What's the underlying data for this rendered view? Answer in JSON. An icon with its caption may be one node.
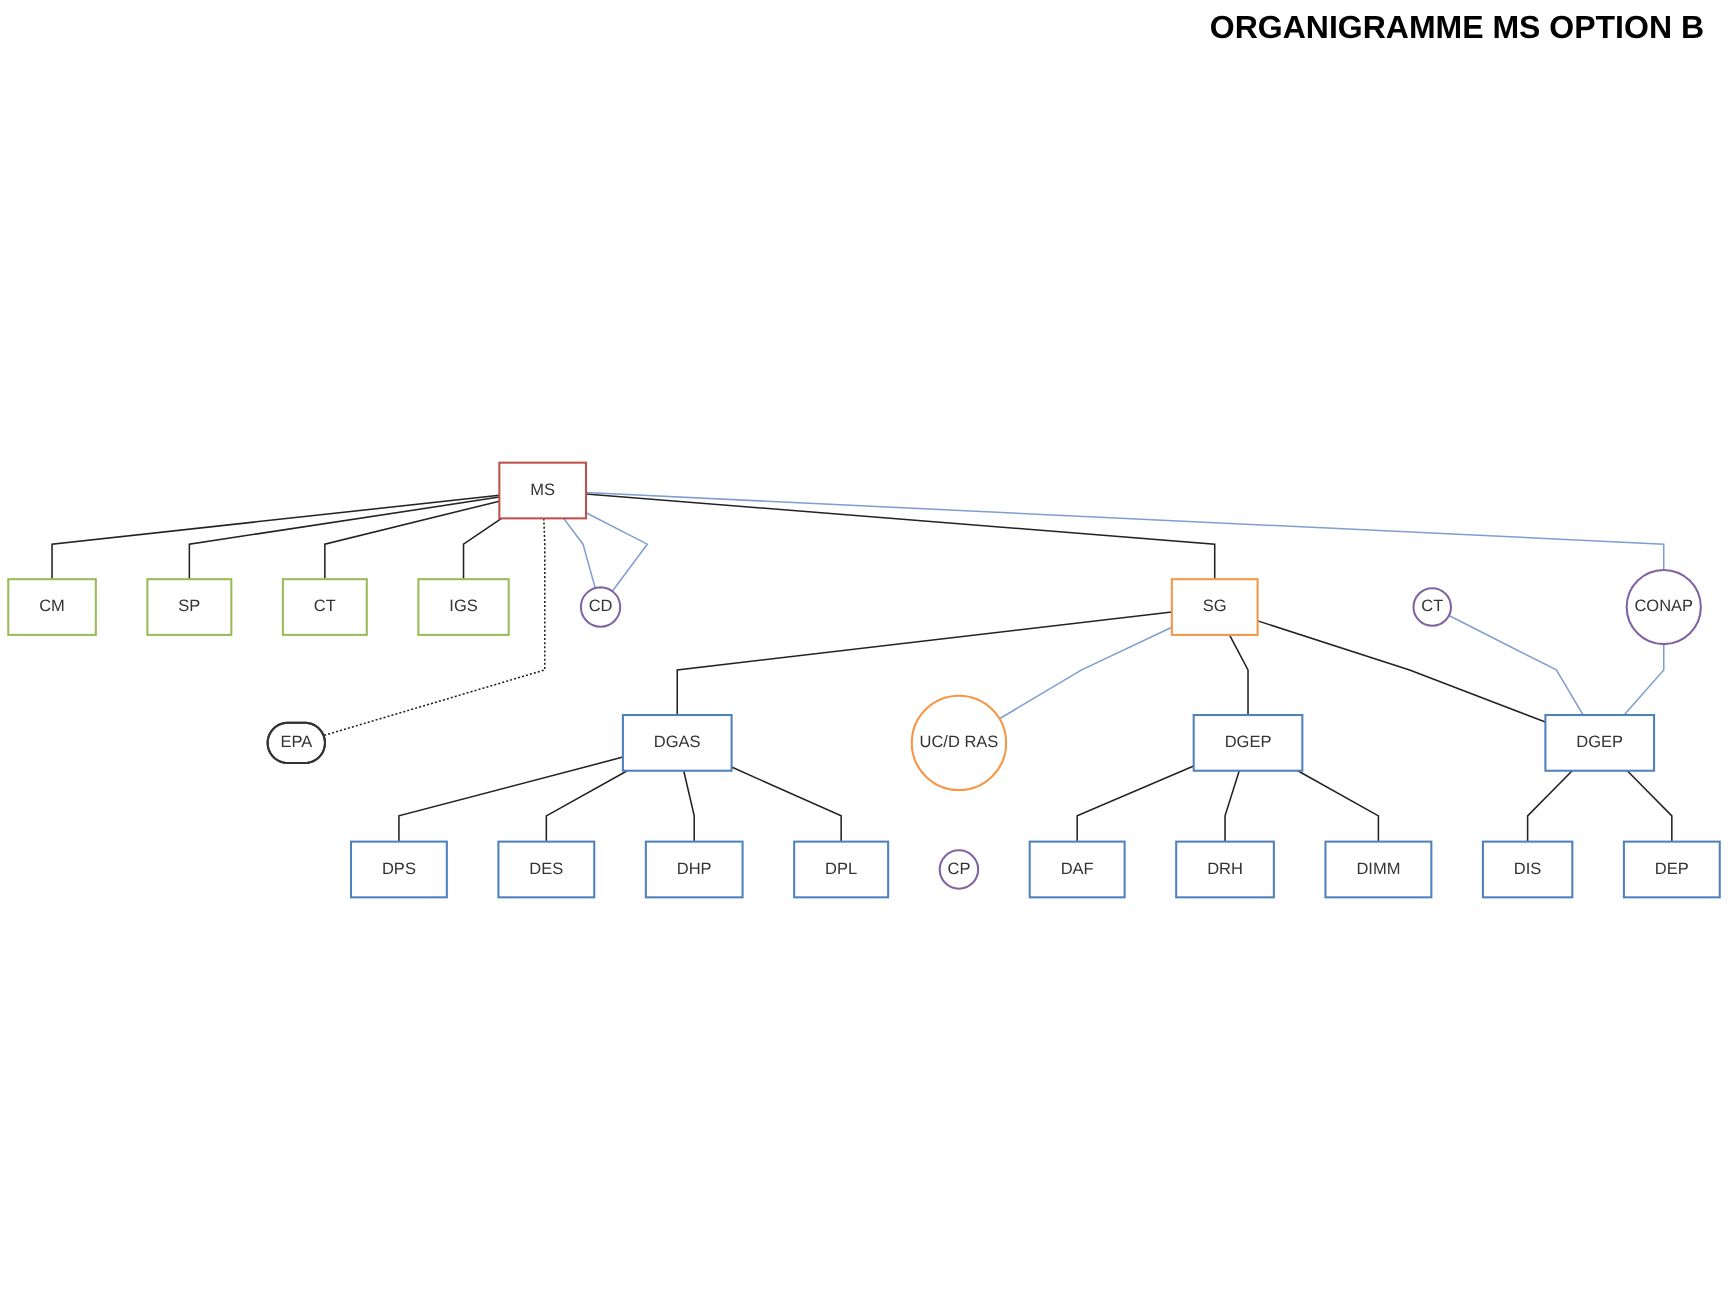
{
  "diagram": {
    "title": "ORGANIGRAMME MS OPTION B",
    "nodes": [
      {
        "text": [
          "MS"
        ]
      },
      {
        "text": [
          "CM"
        ]
      },
      {
        "text": [
          "SP"
        ]
      },
      {
        "text": [
          "CT"
        ]
      },
      {
        "text": [
          "IGS"
        ]
      },
      {
        "text": [
          "EPA"
        ]
      },
      {
        "text": [
          "SG"
        ]
      },
      {
        "text": [
          "CD"
        ]
      },
      {
        "text": [
          "CONAP"
        ]
      },
      {
        "text": [
          "CT"
        ]
      },
      {
        "text": [
          "UC/D RAS"
        ]
      },
      {
        "text": [
          "CP"
        ]
      },
      {
        "text": [
          "DGAS"
        ]
      },
      {
        "text": [
          "DGEP"
        ]
      },
      {
        "text": [
          "DGEP"
        ]
      },
      {
        "text": [
          "DPS"
        ]
      },
      {
        "text": [
          "DES"
        ]
      },
      {
        "text": [
          "DHP"
        ]
      },
      {
        "text": [
          "DPL"
        ]
      },
      {
        "text": [
          "DIS"
        ]
      },
      {
        "text": [
          "DEP"
        ]
      },
      {
        "text": [
          "DAF"
        ]
      },
      {
        "text": [
          "DRH"
        ]
      },
      {
        "text": [
          "DIMM"
        ]
      }
    ],
    "edges": [
      {
        "from": 0,
        "to": 5,
        "arrow": "none",
        "style": "dashed"
      },
      {
        "from": 0,
        "to": 1,
        "arrow": "none"
      },
      {
        "from": 0,
        "to": 2,
        "arrow": "none"
      },
      {
        "from": 0,
        "to": 3,
        "arrow": "none"
      },
      {
        "from": 0,
        "to": 4,
        "arrow": "none"
      },
      {
        "from": 0,
        "to": 6,
        "arrow": "none"
      },
      {
        "from": 0,
        "to": 7,
        "arrow": "none",
        "color": "#7f9fd0"
      },
      {
        "from": 0,
        "to": 7,
        "arrow": "none",
        "color": "#7f9fd0"
      },
      {
        "from": 0,
        "to": 8,
        "arrow": "none",
        "color": "#7f9fd0"
      },
      {
        "from": 6,
        "to": 10,
        "arrow": "none",
        "color": "#7f9fd0"
      },
      {
        "from": 8,
        "to": 13,
        "arrow": "none",
        "color": "#7f9fd0"
      },
      {
        "from": 9,
        "to": 13,
        "arrow": "none",
        "color": "#7f9fd0"
      },
      {
        "from": 6,
        "to": 12,
        "arrow": "none"
      },
      {
        "from": 6,
        "to": 13,
        "arrow": "none"
      },
      {
        "from": 6,
        "to": 14,
        "arrow": "none"
      },
      {
        "from": 12,
        "to": 15,
        "arrow": "none"
      },
      {
        "from": 12,
        "to": 16,
        "arrow": "none"
      },
      {
        "from": 12,
        "to": 17,
        "arrow": "none"
      },
      {
        "from": 12,
        "to": 18,
        "arrow": "none"
      },
      {
        "from": 13,
        "to": 19,
        "arrow": "none"
      },
      {
        "from": 13,
        "to": 20,
        "arrow": "none"
      },
      {
        "from": 14,
        "to": 21,
        "arrow": "none"
      },
      {
        "from": 14,
        "to": 22,
        "arrow": "none"
      },
      {
        "from": 14,
        "to": 23,
        "arrow": "none"
      }
    ]
  }
}
